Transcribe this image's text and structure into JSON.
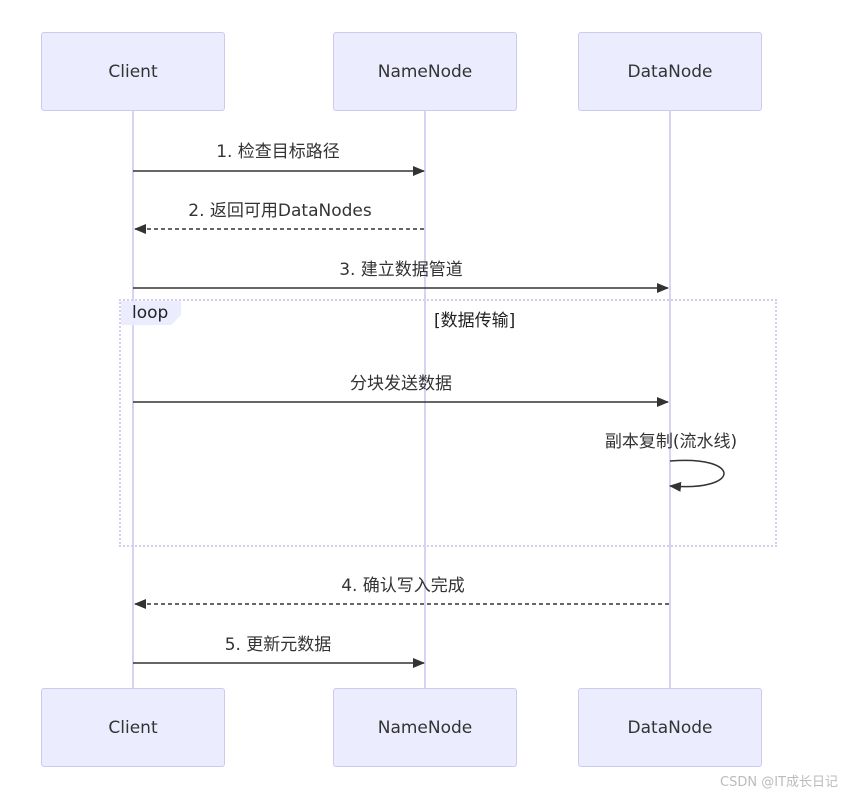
{
  "actors": [
    "Client",
    "NameNode",
    "DataNode"
  ],
  "messages": [
    {
      "label": "1. 检查目标路径",
      "from": "Client",
      "to": "NameNode",
      "style": "solid"
    },
    {
      "label": "2. 返回可用DataNodes",
      "from": "NameNode",
      "to": "Client",
      "style": "dashed"
    },
    {
      "label": "3. 建立数据管道",
      "from": "Client",
      "to": "DataNode",
      "style": "solid"
    },
    {
      "label": "分块发送数据",
      "from": "Client",
      "to": "DataNode",
      "style": "solid"
    },
    {
      "label": "副本复制(流水线)",
      "from": "DataNode",
      "to": "DataNode",
      "style": "solid"
    },
    {
      "label": "4. 确认写入完成",
      "from": "DataNode",
      "to": "Client",
      "style": "dashed"
    },
    {
      "label": "5. 更新元数据",
      "from": "Client",
      "to": "NameNode",
      "style": "solid"
    }
  ],
  "loop": {
    "keyword": "loop",
    "condition": "[数据传输]"
  },
  "watermark": "CSDN @IT成长日记",
  "colors": {
    "actor_fill": "#ECECFF",
    "actor_border": "#cfc8ef",
    "lifeline": "#d9d2f3",
    "arrow": "#333333"
  }
}
